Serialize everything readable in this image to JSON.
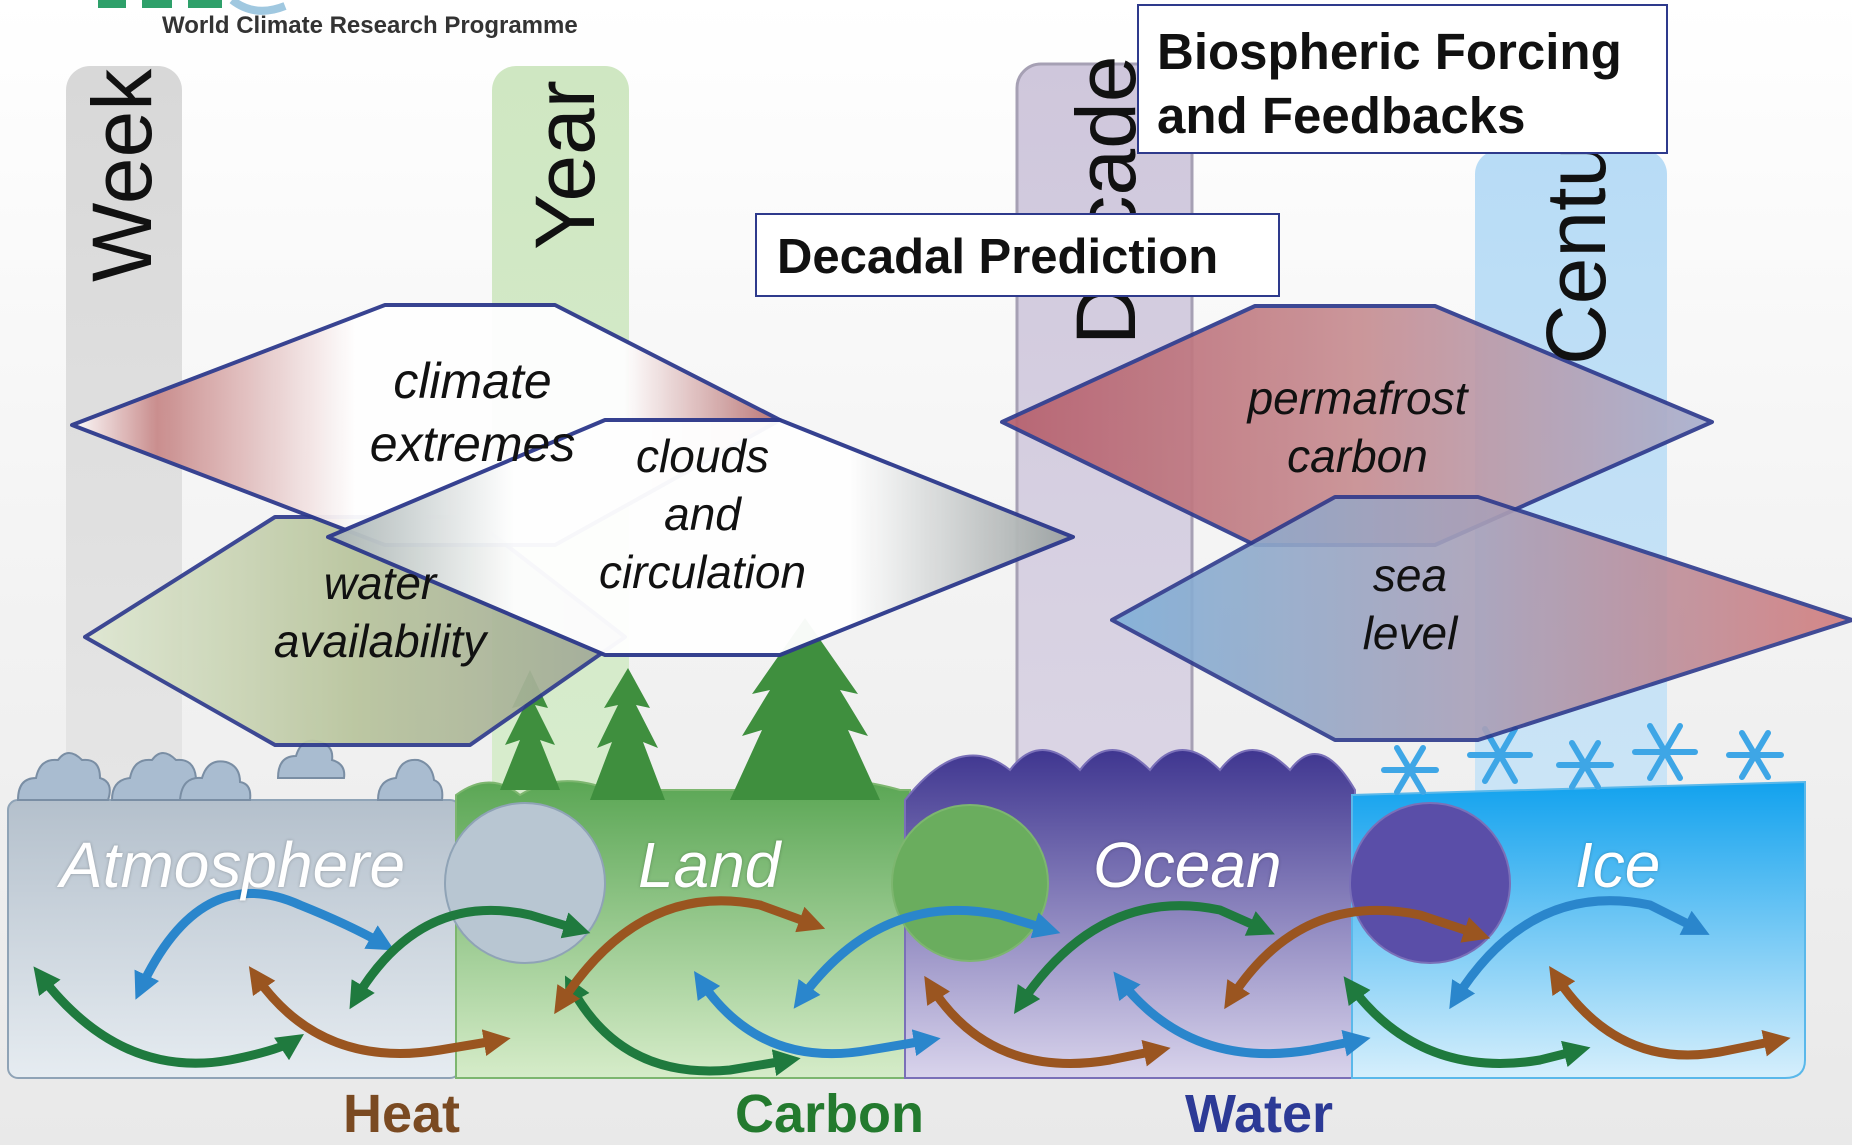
{
  "header": {
    "org_name": "World Climate Research Programme"
  },
  "timescales": {
    "week": "Week",
    "year": "Year",
    "decade": "Decade",
    "century": "Century"
  },
  "boxes": {
    "decadal": "Decadal Prediction",
    "biospheric_l1": "Biospheric Forcing",
    "biospheric_l2": "and Feedbacks"
  },
  "hexagons": {
    "climate_extremes": [
      "climate",
      "extremes"
    ],
    "clouds": [
      "clouds",
      "and",
      "circulation"
    ],
    "water": [
      "water",
      "availability"
    ],
    "permafrost": [
      "permafrost",
      "carbon"
    ],
    "sea_level": [
      "sea",
      "level"
    ]
  },
  "systems": {
    "atmosphere": "Atmosphere",
    "land": "Land",
    "ocean": "Ocean",
    "ice": "Ice"
  },
  "fluxes": {
    "heat": "Heat",
    "carbon": "Carbon",
    "water": "Water"
  },
  "colors": {
    "heat": "#7a4a22",
    "carbon": "#237a2e",
    "water": "#2c3a96",
    "arrow_blue": "#2a86cc",
    "arrow_green": "#1f7a3e",
    "arrow_brown": "#9a5520",
    "atmosphere": "#b5c2d0",
    "land": "#6aad5e",
    "ocean": "#5a4ea8",
    "ice": "#2aa8ec"
  }
}
